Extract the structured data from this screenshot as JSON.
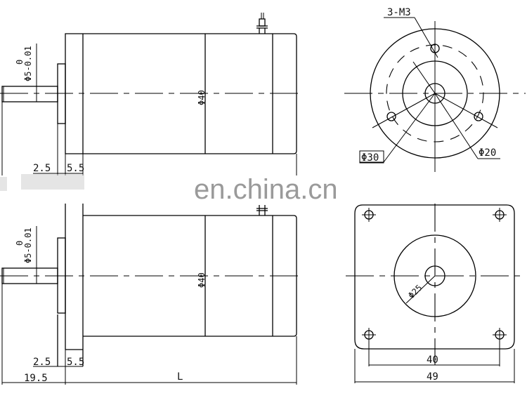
{
  "watermark": {
    "text": "en.china.cn"
  },
  "top_view": {
    "shaft_tolerance": {
      "upper": "0",
      "lower": "Φ5-0.01"
    },
    "body_diameter": "Φ40",
    "dim_plate": "2.5",
    "dim_flange": "5.5"
  },
  "top_front_view": {
    "holes_label": "3-M3",
    "outer_dia": "Φ30",
    "inner_dia": "Φ20"
  },
  "bottom_view": {
    "shaft_tolerance": {
      "upper": "0",
      "lower": "Φ5-0.01"
    },
    "body_diameter": "Φ40",
    "dim_plate": "2.5",
    "dim_flange": "5.5",
    "dim_shaft_total": "19.5",
    "dim_length": "L"
  },
  "bottom_front_view": {
    "boss_dia": "Φ25",
    "hole_spacing": "40",
    "square_width": "49"
  }
}
